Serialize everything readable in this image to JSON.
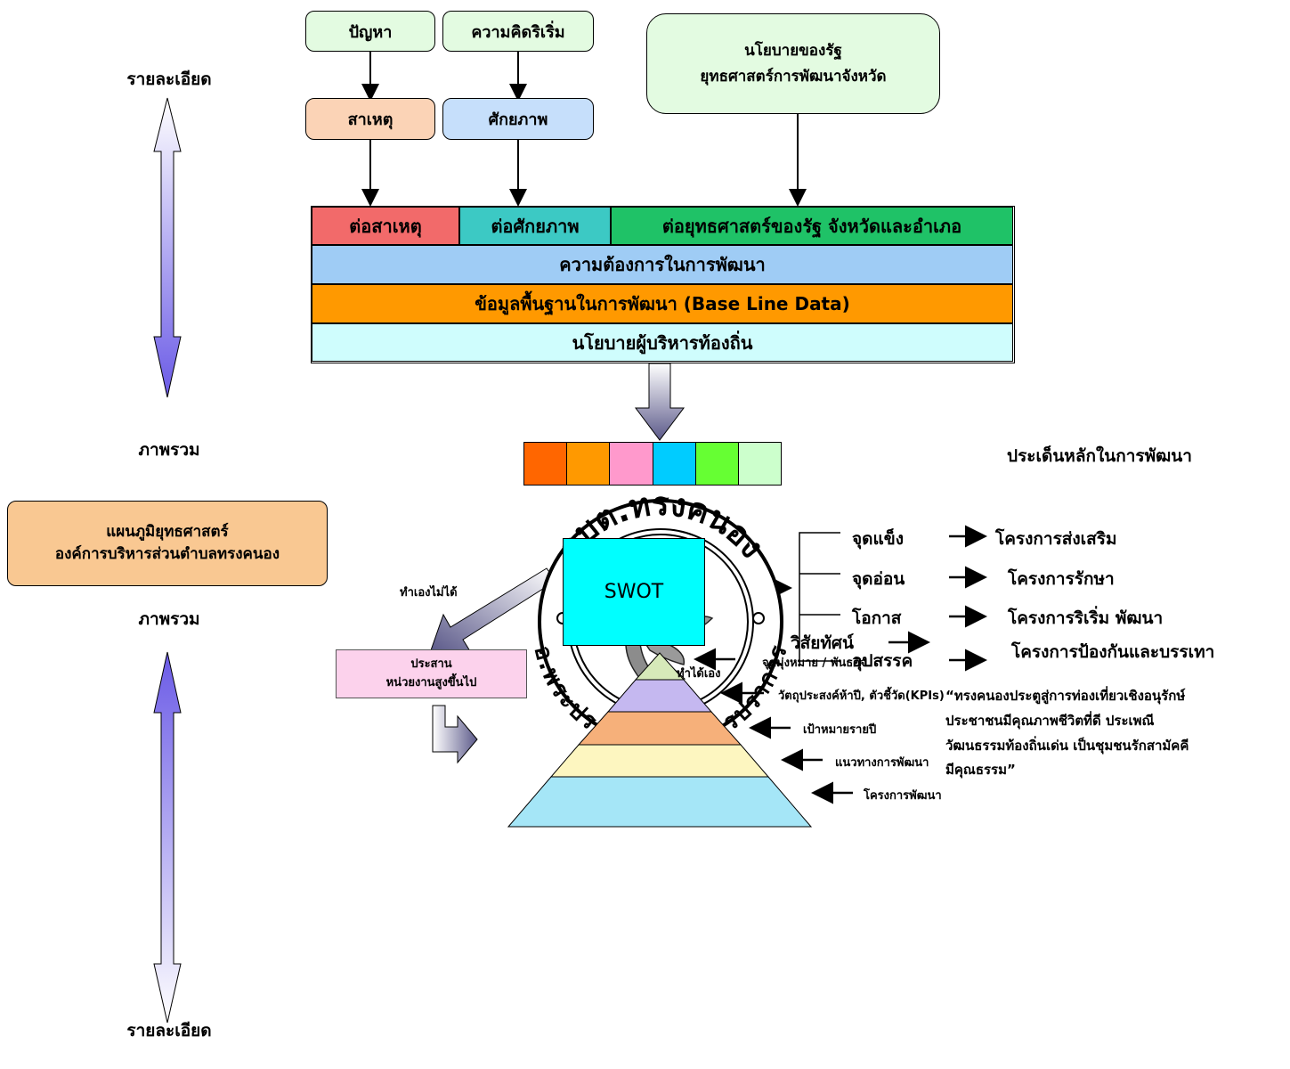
{
  "left": {
    "detail_top": "รายละเอียด",
    "overview_1": "ภาพรวม",
    "plan_box": {
      "line1": "แผนภูมิยุทธศาสตร์",
      "line2": "องค์การบริหารส่วนตำบลทรงคนอง"
    },
    "overview_2": "ภาพรวม",
    "detail_bottom": "รายละเอียด"
  },
  "top_boxes": {
    "problem": "ปัญหา",
    "initiative": "ความคิดริเริ่ม",
    "policy": {
      "line1": "นโยบายของรัฐ",
      "line2": "ยุทธศาสตร์การพัฒนาจังหวัด"
    },
    "cause": "สาเหตุ",
    "potential": "ศักยภาพ"
  },
  "bands": {
    "to_cause": "ต่อสาเหตุ",
    "to_potential": "ต่อศักยภาพ",
    "to_strategy": "ต่อยุทธศาสตร์ของรัฐ จังหวัดและอำเภอ",
    "needs": "ความต้องการในการพัฒนา",
    "baseline": "ข้อมูลพื้นฐานในการพัฒนา (Base Line Data)",
    "local_policy": "นโยบายผู้บริหารท้องถิ่น"
  },
  "key_issues": {
    "label": "ประเด็นหลักในการพัฒนา",
    "colors": [
      "#ff6600",
      "#ff9900",
      "#ff99cc",
      "#00ccff",
      "#66ff33",
      "#ccffcc"
    ]
  },
  "swot": {
    "label": "SWOT",
    "cannot_do": "ทำเองไม่ได้",
    "can_do": "ทำได้เอง",
    "coordinate": {
      "line1": "ประสาน",
      "line2": "หน่วยงานสูงขึ้นไป"
    },
    "items": [
      {
        "factor": "จุดแข็ง",
        "project": "โครงการส่งเสริม"
      },
      {
        "factor": "จุดอ่อน",
        "project": "โครงการรักษา"
      },
      {
        "factor": "โอกาส",
        "project": "โครงการริเริ่ม พัฒนา"
      },
      {
        "factor": "อุปสรรค",
        "project": "โครงการป้องกันและบรรเทา"
      }
    ]
  },
  "seal": {
    "top_text": "อบต.ทรงคนอง",
    "bottom_text": "อ.พระประแดง จ.สมุทรปราการ"
  },
  "vision": {
    "label": "วิสัยทัศน์",
    "lines": [
      "“ทรงคนองประตูสู่การท่องเที่ยวเชิงอนุรักษ์",
      "ประชาชนมีคุณภาพชีวิตที่ดี ประเพณี",
      "วัฒนธรรมท้องถิ่นเด่น เป็นชุมชนรักสามัคคี",
      "มีคุณธรรม”"
    ]
  },
  "pyramid": {
    "levels": [
      {
        "label": "จุดมุ่งหมาย / พันธกิจ",
        "color": "#d6e9b9"
      },
      {
        "label": "วัตถุประสงค์ห้าปี, ตัวชี้วัด(KPIs)",
        "color": "#c5b8f0"
      },
      {
        "label": "เป้าหมายรายปี",
        "color": "#f6b07a"
      },
      {
        "label": "แนวทางการพัฒนา",
        "color": "#fdf6c0"
      },
      {
        "label": "โครงการพัฒนา",
        "color": "#a5e6f7"
      }
    ]
  }
}
